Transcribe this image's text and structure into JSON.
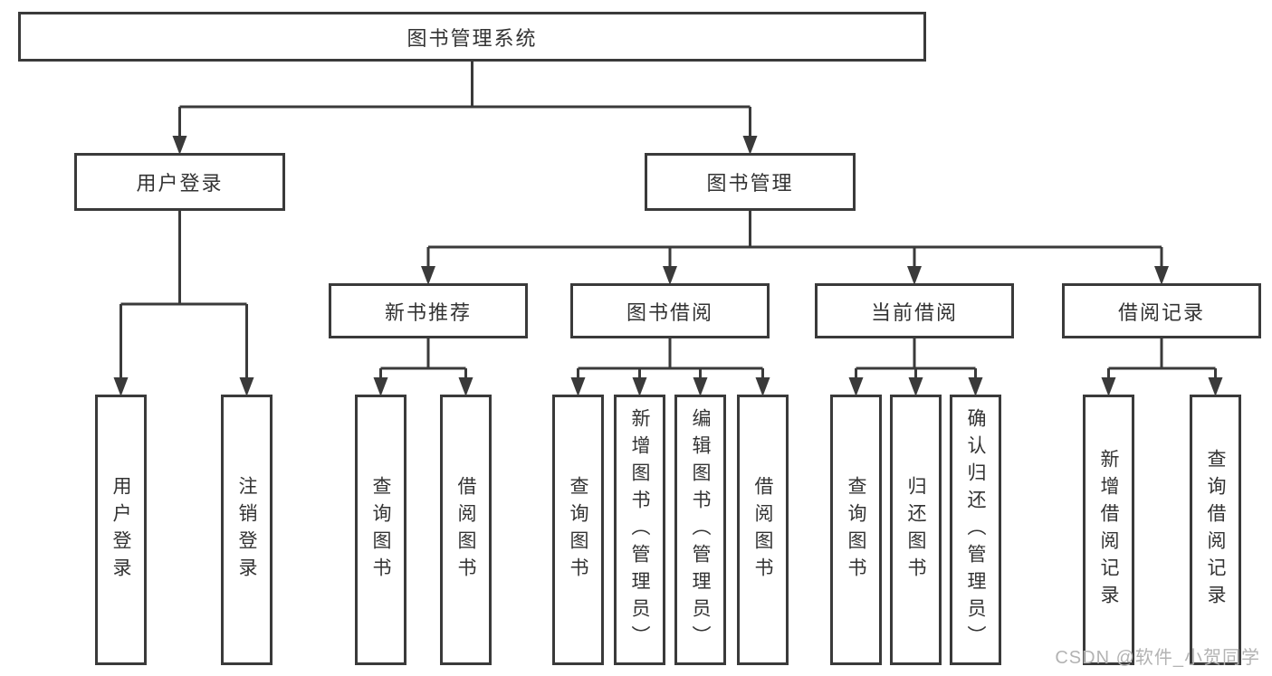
{
  "diagram": {
    "title_node": "图书管理系统",
    "root": {
      "label": "图书管理系统"
    },
    "branches": [
      {
        "label": "用户登录",
        "children": [
          {
            "label": "用户登录"
          },
          {
            "label": "注销登录"
          }
        ]
      },
      {
        "label": "图书管理",
        "sections": [
          {
            "label": "新书推荐",
            "children": [
              {
                "label": "查询图书"
              },
              {
                "label": "借阅图书"
              }
            ]
          },
          {
            "label": "图书借阅",
            "children": [
              {
                "label": "查询图书"
              },
              {
                "label": "新增图书（管理员）"
              },
              {
                "label": "编辑图书（管理员）"
              },
              {
                "label": "借阅图书"
              }
            ]
          },
          {
            "label": "当前借阅",
            "children": [
              {
                "label": "查询图书"
              },
              {
                "label": "归还图书"
              },
              {
                "label": "确认归还（管理员）"
              }
            ]
          },
          {
            "label": "借阅记录",
            "children": [
              {
                "label": "新增借阅记录"
              },
              {
                "label": "查询借阅记录"
              }
            ]
          }
        ]
      }
    ]
  },
  "watermark": {
    "text": "CSDN @软件_小贺同学"
  },
  "colors": {
    "line": "#3a3a3a",
    "text": "#333333",
    "box_bg": "#ffffff",
    "bg": "#ffffff",
    "watermark": "#b3b3b3"
  }
}
